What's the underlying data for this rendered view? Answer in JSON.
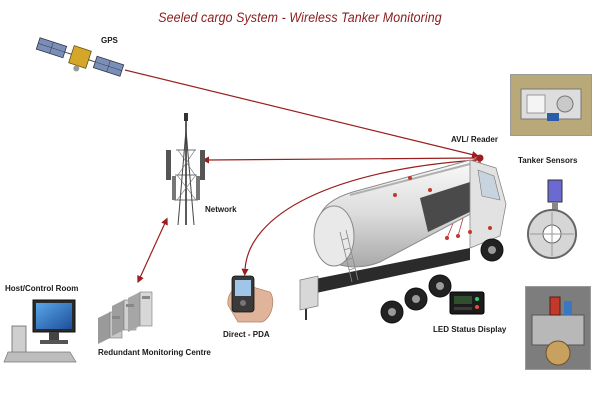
{
  "title": "Seeled cargo System - Wireless Tanker Monitoring",
  "labels": {
    "gps": "GPS",
    "avl_reader": "AVL/ Reader",
    "network": "Network",
    "tanker_sensors": "Tanker Sensors",
    "host_control_room": "Host/Control Room",
    "redundant_monitoring_centre": "Redundant Monitoring Centre",
    "direct_pda": "Direct - PDA",
    "led_status_display": "LED Status Display"
  },
  "colors": {
    "title": "#8a1c1c",
    "link_line": "#9b1f1f",
    "tanker_body": "#e8e8e8",
    "tanker_frame": "#2b2b2b"
  },
  "icons": {
    "gps": "satellite-icon",
    "network": "cell-tower-icon",
    "host": "computer-monitor-icon",
    "redundant": "server-rack-icon",
    "pda": "handheld-pda-icon",
    "display": "led-display-icon",
    "reader": "avl-reader-icon",
    "vehicle": "tanker-truck-icon"
  }
}
